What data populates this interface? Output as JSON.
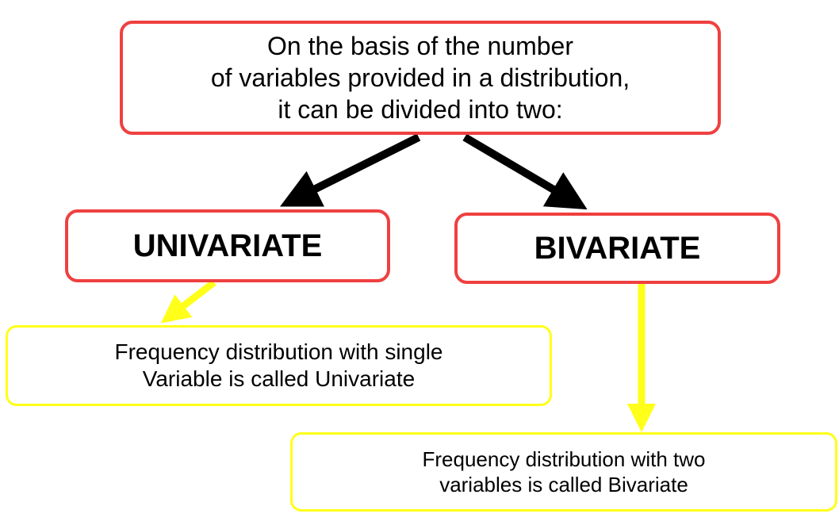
{
  "root": {
    "text": "On the basis of the number\nof variables provided in a distribution,\nit can be divided into two:"
  },
  "univariate": {
    "title": "UNIVARIATE",
    "description": "Frequency distribution with single\nVariable  is called Univariate"
  },
  "bivariate": {
    "title": "BIVARIATE",
    "description": "Frequency distribution with two\nvariables is called Bivariate"
  },
  "colors": {
    "category_border": "#ef4040",
    "description_border": "#ffff1a",
    "root_arrow": "#000000",
    "description_arrow": "#ffff1a"
  }
}
